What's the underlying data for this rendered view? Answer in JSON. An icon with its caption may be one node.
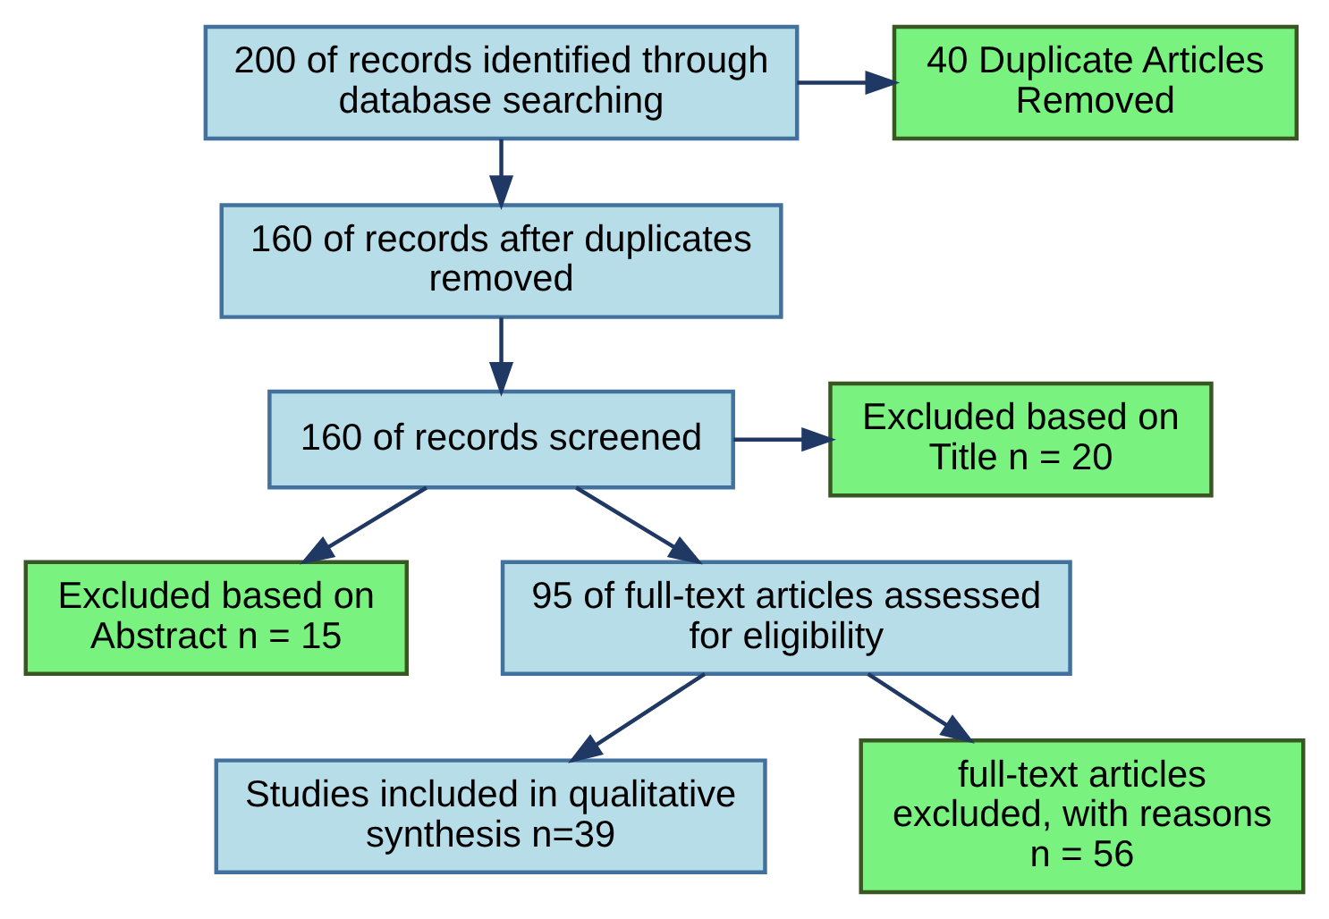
{
  "diagram": {
    "nodes": [
      {
        "text": [
          "200 of records identified through database searching"
        ]
      },
      {
        "text": [
          "40 Duplicate Articles Removed"
        ]
      },
      {
        "text": [
          "160 of records after duplicates removed"
        ]
      },
      {
        "text": [
          "160 of records screened"
        ]
      },
      {
        "text": [
          "Excluded based on Title n = 20"
        ]
      },
      {
        "text": [
          "Excluded based on Abstract n = 15"
        ]
      },
      {
        "text": [
          "95 of full-text articles assessed for eligibility"
        ]
      },
      {
        "text": [
          "Studies included in qualitative synthesis n=39"
        ]
      },
      {
        "text": [
          "full-text articles excluded, with reasons n = 56"
        ]
      }
    ],
    "edges": [
      {
        "from": 0,
        "to": 1,
        "arrow": "to"
      },
      {
        "from": 0,
        "to": 2,
        "arrow": "to"
      },
      {
        "from": 2,
        "to": 3,
        "arrow": "to"
      },
      {
        "from": 3,
        "to": 4,
        "arrow": "to"
      },
      {
        "from": 3,
        "to": 5,
        "arrow": "to"
      },
      {
        "from": 3,
        "to": 6,
        "arrow": "to"
      },
      {
        "from": 6,
        "to": 7,
        "arrow": "to"
      },
      {
        "from": 6,
        "to": 8,
        "arrow": "to"
      }
    ]
  }
}
